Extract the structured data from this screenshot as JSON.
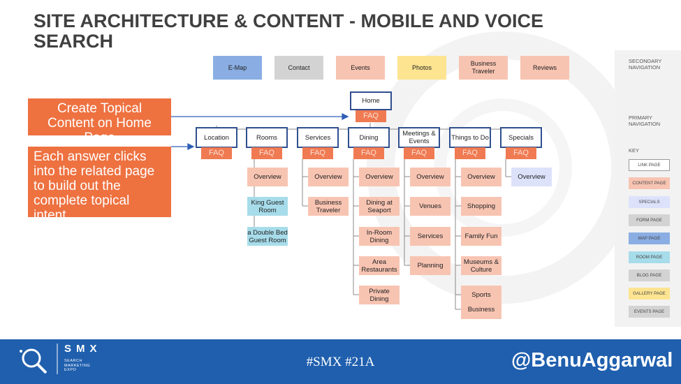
{
  "title": "SITE ARCHITECTURE & CONTENT - MOBILE AND VOICE SEARCH",
  "secondary_nav": [
    {
      "label": "E-Map",
      "color": "#8aaee3"
    },
    {
      "label": "Contact",
      "color": "#d3d3d3"
    },
    {
      "label": "Events",
      "color": "#f8c4b2"
    },
    {
      "label": "Photos",
      "color": "#fde491"
    },
    {
      "label": "Business Traveler",
      "color": "#f8c4b2"
    },
    {
      "label": "Reviews",
      "color": "#f8c4b2"
    }
  ],
  "home": {
    "label": "Home",
    "faq": "FAQ"
  },
  "primary": [
    {
      "label": "Location",
      "faq": "FAQ"
    },
    {
      "label": "Rooms",
      "faq": "FAQ"
    },
    {
      "label": "Services",
      "faq": "FAQ"
    },
    {
      "label": "Dining",
      "faq": "FAQ"
    },
    {
      "label": "Meetings & Events",
      "faq": "FAQ"
    },
    {
      "label": "Things to Do",
      "faq": "FAQ"
    },
    {
      "label": "Specials",
      "faq": "FAQ"
    }
  ],
  "rooms_children": [
    "Overview",
    "King Guest Room",
    "a Double Bed Guest Room"
  ],
  "services_children": [
    "Overview",
    "Business Traveler"
  ],
  "dining_children": [
    "Overview",
    "Dining at Seaport",
    "In-Room Dining",
    "Area Restaurants",
    "Private Dining"
  ],
  "meetings_children": [
    "Overview",
    "Venues",
    "Services",
    "Planning"
  ],
  "things_children": [
    "Overview",
    "Shopping",
    "Family Fun",
    "Museums & Culture",
    "Sports",
    "Business"
  ],
  "specials_children": [
    "Overview"
  ],
  "callouts": [
    "Create Topical Content on Home Page",
    "Each answer clicks into the related page to build out the complete topical intent"
  ],
  "sidebar": {
    "secondary_label": "SECONDARY NAVIGATION",
    "primary_label": "PRIMARY NAVIGATION",
    "key_label": "KEY",
    "key_items": [
      {
        "label": "LINK PAGE",
        "color": "#ffffff"
      },
      {
        "label": "CONTENT PAGE",
        "color": "#f8c4b2"
      },
      {
        "label": "SPECIALS",
        "color": "#dde2fb"
      },
      {
        "label": "FORM PAGE",
        "color": "#d3d3d3"
      },
      {
        "label": "MAP PAGE",
        "color": "#8aaee3"
      },
      {
        "label": "ROOM PAGE",
        "color": "#a7dcea"
      },
      {
        "label": "BLOG PAGE",
        "color": "#d3d3d3"
      },
      {
        "label": "GALLERY PAGE",
        "color": "#fde491"
      },
      {
        "label": "EVENTS PAGE",
        "color": "#d3d3d3"
      }
    ]
  },
  "footer": {
    "logo_word": "SMX",
    "logo_sub": "SEARCH MARKETING EXPO",
    "hashtag": "#SMX #21A",
    "handle": "@BenuAggarwal"
  }
}
